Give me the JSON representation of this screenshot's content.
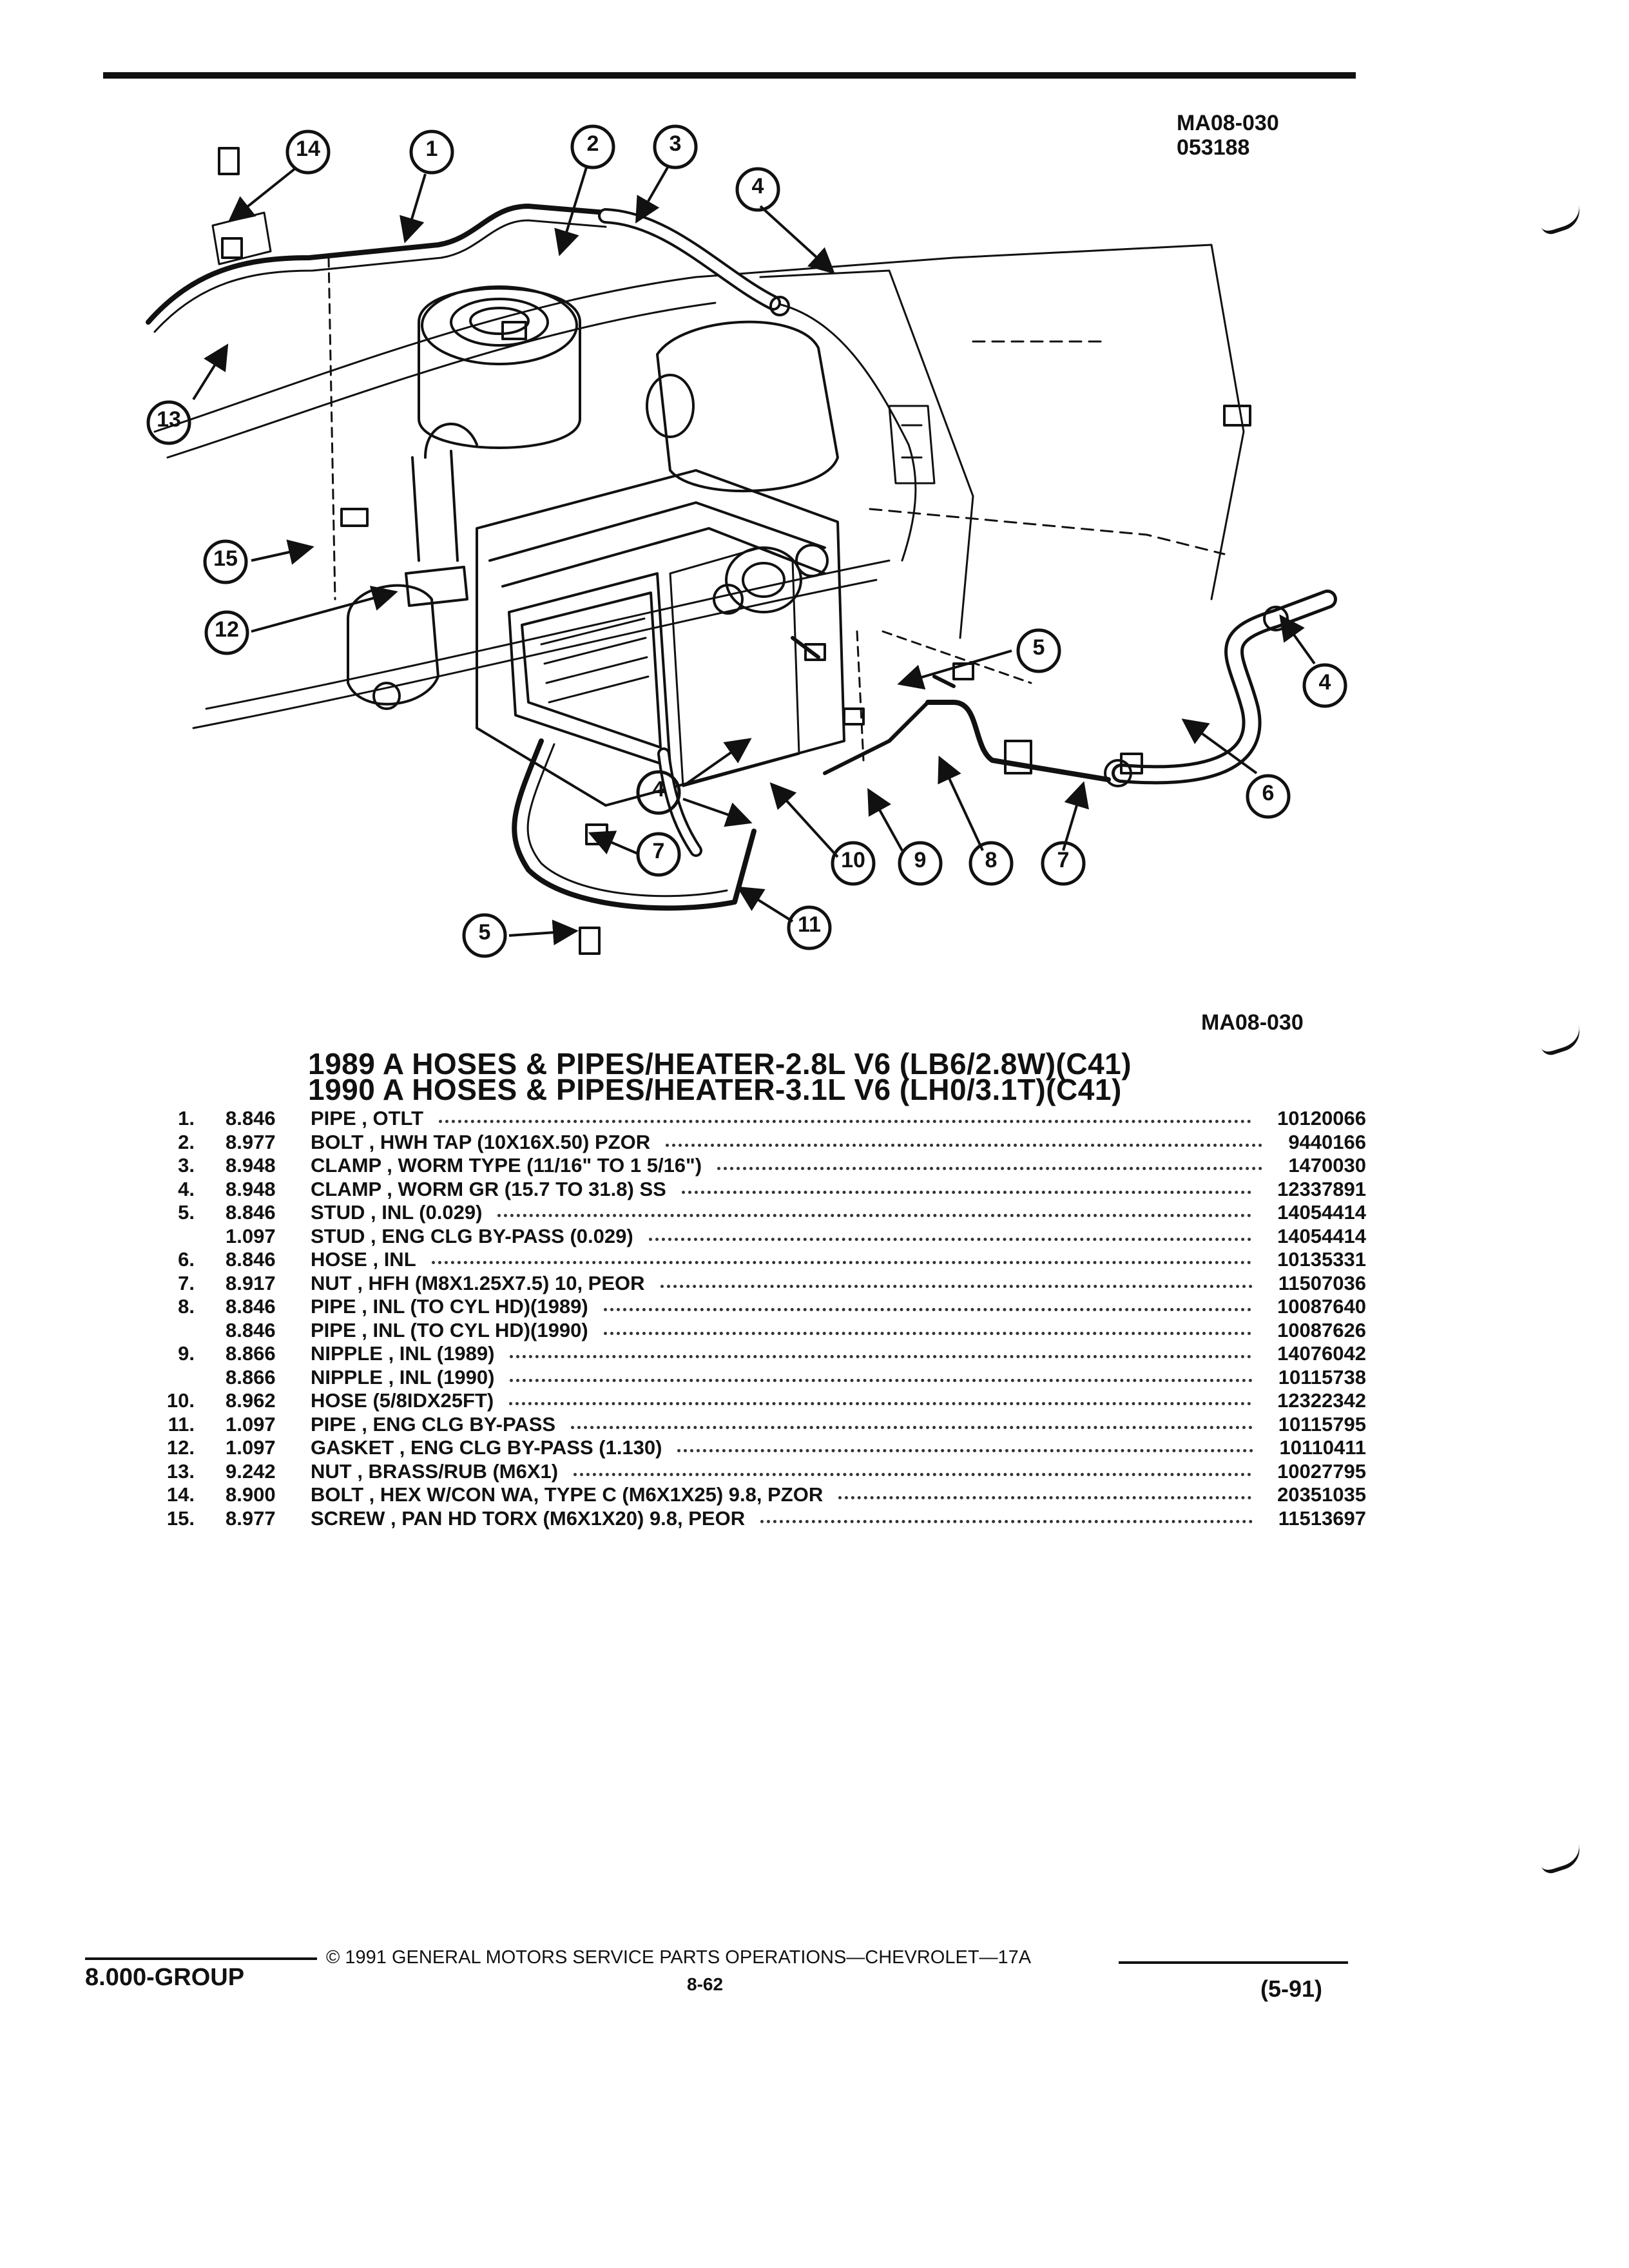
{
  "header": {
    "code": "MA08-030",
    "subcode": "053188"
  },
  "diagram": {
    "code": "MA08-030",
    "callouts": [
      "14",
      "1",
      "2",
      "3",
      "4",
      "13",
      "15",
      "12",
      "5",
      "4",
      "6",
      "4",
      "7",
      "10",
      "9",
      "8",
      "7",
      "5",
      "11"
    ]
  },
  "titles": [
    "1989 A HOSES & PIPES/HEATER-2.8L V6 (LB6/2.8W)(C41)",
    "1990 A HOSES & PIPES/HEATER-3.1L V6 (LH0/3.1T)(C41)"
  ],
  "parts": [
    {
      "no": "1.",
      "group": "8.846",
      "desc": "PIPE , OTLT",
      "part": "10120066"
    },
    {
      "no": "2.",
      "group": "8.977",
      "desc": "BOLT , HWH TAP (10X16X.50) PZOR",
      "part": "9440166"
    },
    {
      "no": "3.",
      "group": "8.948",
      "desc": "CLAMP , WORM TYPE (11/16\" TO 1 5/16\")",
      "part": "1470030"
    },
    {
      "no": "4.",
      "group": "8.948",
      "desc": "CLAMP , WORM GR (15.7 TO 31.8) SS",
      "part": "12337891"
    },
    {
      "no": "5.",
      "group": "8.846",
      "desc": "STUD , INL (0.029)",
      "part": "14054414"
    },
    {
      "no": "",
      "group": "1.097",
      "desc": "STUD , ENG CLG BY-PASS (0.029)",
      "part": "14054414"
    },
    {
      "no": "6.",
      "group": "8.846",
      "desc": "HOSE , INL",
      "part": "10135331"
    },
    {
      "no": "7.",
      "group": "8.917",
      "desc": "NUT , HFH (M8X1.25X7.5) 10, PEOR",
      "part": "11507036"
    },
    {
      "no": "8.",
      "group": "8.846",
      "desc": "PIPE , INL (TO CYL HD)(1989)",
      "part": "10087640"
    },
    {
      "no": "",
      "group": "8.846",
      "desc": "PIPE , INL (TO CYL HD)(1990)",
      "part": "10087626"
    },
    {
      "no": "9.",
      "group": "8.866",
      "desc": "NIPPLE , INL (1989)",
      "part": "14076042"
    },
    {
      "no": "",
      "group": "8.866",
      "desc": "NIPPLE , INL (1990)",
      "part": "10115738"
    },
    {
      "no": "10.",
      "group": "8.962",
      "desc": "HOSE (5/8IDX25FT)",
      "part": "12322342"
    },
    {
      "no": "11.",
      "group": "1.097",
      "desc": "PIPE , ENG CLG BY-PASS",
      "part": "10115795"
    },
    {
      "no": "12.",
      "group": "1.097",
      "desc": "GASKET , ENG CLG BY-PASS (1.130)",
      "part": "10110411"
    },
    {
      "no": "13.",
      "group": "9.242",
      "desc": "NUT , BRASS/RUB (M6X1)",
      "part": "10027795"
    },
    {
      "no": "14.",
      "group": "8.900",
      "desc": "BOLT , HEX W/CON WA, TYPE C (M6X1X25) 9.8, PZOR",
      "part": "20351035"
    },
    {
      "no": "15.",
      "group": "8.977",
      "desc": "SCREW , PAN HD TORX (M6X1X20) 9.8, PEOR",
      "part": "11513697"
    }
  ],
  "footer": {
    "copyright": "© 1991 GENERAL MOTORS SERVICE PARTS OPERATIONS—CHEVROLET—17A",
    "group": "8.000-GROUP",
    "page": "8-62",
    "date": "(5-91)"
  }
}
